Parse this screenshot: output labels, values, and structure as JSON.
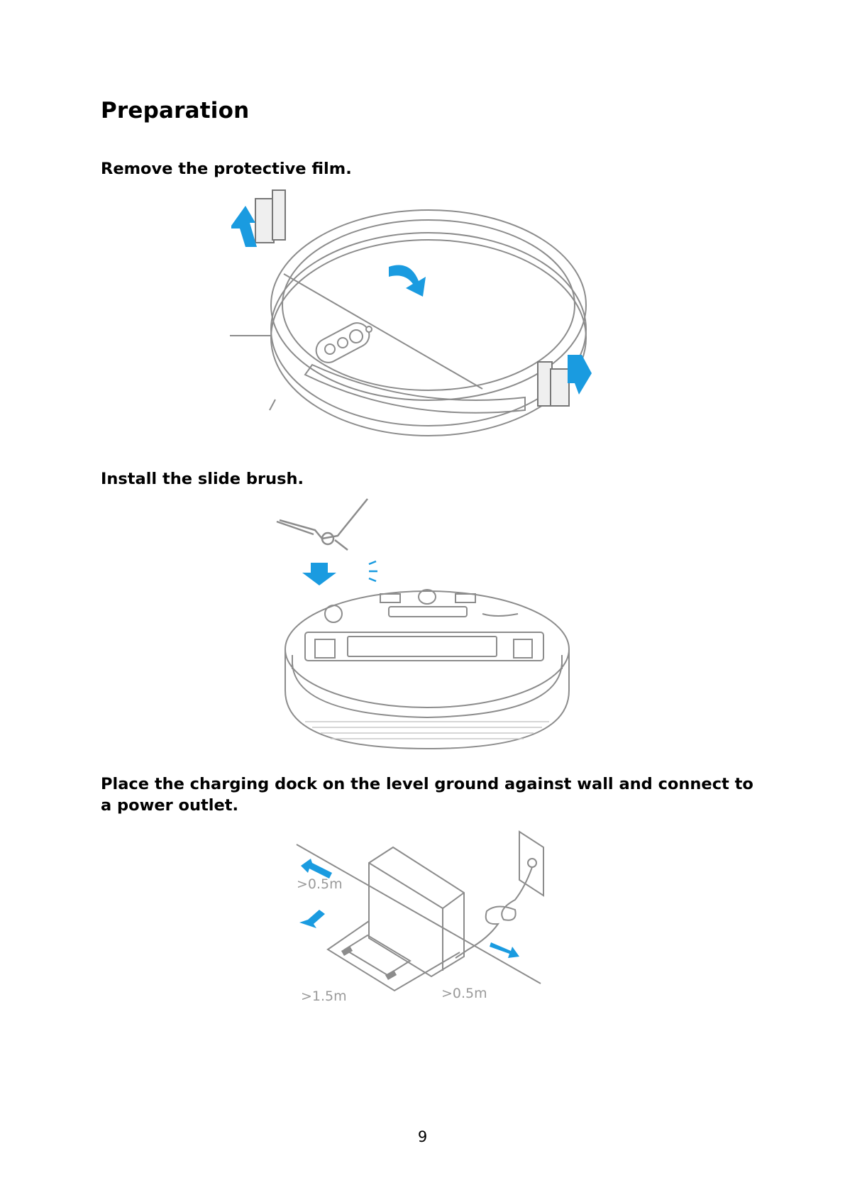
{
  "page": {
    "title": "Preparation",
    "page_number": "9"
  },
  "steps": [
    {
      "text": "Remove the protective film."
    },
    {
      "text": "Install the slide brush."
    },
    {
      "text": "Place the charging dock on the level ground against wall and connect to a power outlet."
    }
  ],
  "dock_figure": {
    "clearance_left": ">0.5m",
    "clearance_front": ">1.5m",
    "clearance_right": ">0.5m"
  },
  "colors": {
    "accent_arrow": "#1a9be0",
    "line_art": "#8c8c8c"
  },
  "icons": [
    "arrow-up-left-icon",
    "rotate-arrow-icon",
    "arrow-down-right-icon",
    "arrow-down-icon",
    "motion-lines-icon"
  ]
}
